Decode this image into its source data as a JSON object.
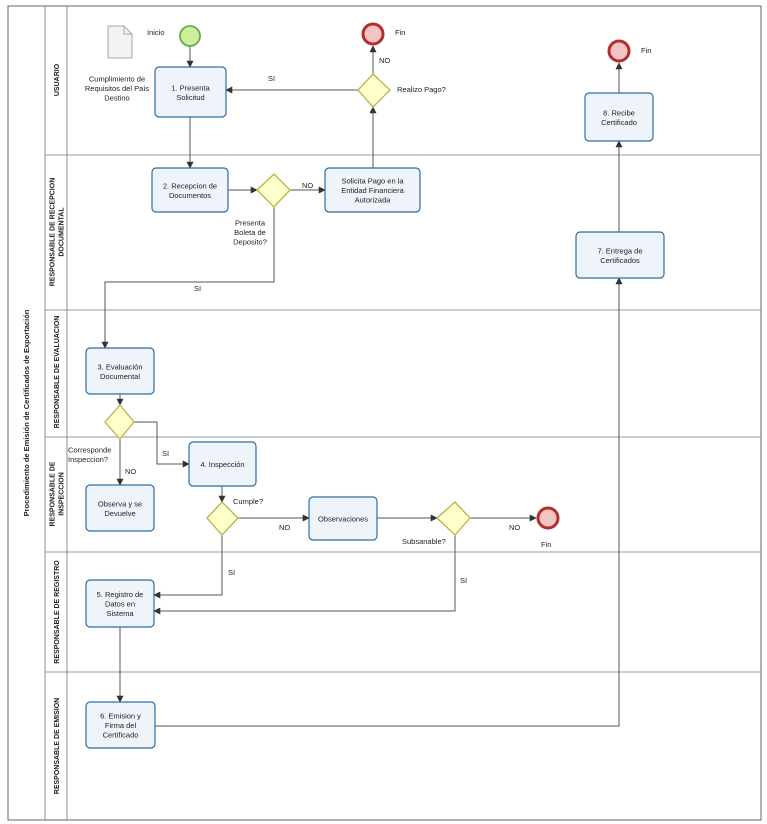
{
  "pool": {
    "title": "Procedimiento de Emisión de Certificados de Exportación"
  },
  "lanes": [
    {
      "id": "usuario",
      "label": [
        "USUARIO"
      ]
    },
    {
      "id": "recepcion",
      "label": [
        "RESPONSABLE DE RECEPCION",
        "DOCUMENTAL"
      ]
    },
    {
      "id": "evaluacion",
      "label": [
        "RESPONSABLE DE EVALUACION"
      ]
    },
    {
      "id": "inspeccion",
      "label": [
        "RESPONSABLE DE",
        "INSPECCION"
      ]
    },
    {
      "id": "registro",
      "label": [
        "RESPONSABLE DE REGISTRO"
      ]
    },
    {
      "id": "emision",
      "label": [
        "RESPONSABLE DE EMISION"
      ]
    }
  ],
  "artifact": {
    "lines": [
      "Cumplimiento de",
      "Requisitos del País",
      "Destino"
    ]
  },
  "events": {
    "start": "Inicio",
    "end_payment": "Fin",
    "end_certificate": "Fin",
    "end_inspection": "Fin"
  },
  "tasks": {
    "t1": [
      "1. Presenta",
      "Solicitud"
    ],
    "t2": [
      "2. Recepcion de",
      "Documentos"
    ],
    "t_pago": [
      "Solicita Pago en la",
      "Entidad Financiera",
      "Autorizada"
    ],
    "t3": [
      "3. Evaluación",
      "Documental"
    ],
    "t4": [
      "4. Inspección"
    ],
    "t_obs_dev": [
      "Observa y se",
      "Devuelve"
    ],
    "t_obs": [
      "Observaciones"
    ],
    "t5": [
      "5. Registro de",
      "Datos en",
      "Sistema"
    ],
    "t6": [
      "6. Emision y",
      "Firma del",
      "Certificado"
    ],
    "t7": [
      "7. Entrega de",
      "Certificados"
    ],
    "t8": [
      "8. Recibe",
      "Certificado"
    ]
  },
  "gateways": {
    "g_pago": [
      "Realizo Pago?"
    ],
    "g_boleta": [
      "Presenta",
      "Boleta de",
      "Deposito?"
    ],
    "g_corresponde": [
      "Corresponde",
      "Inspeccion?"
    ],
    "g_cumple": [
      "Cumple?"
    ],
    "g_subsanable": [
      "Subsanable?"
    ]
  },
  "flow_labels": {
    "pago_si": "SI",
    "pago_no": "NO",
    "boleta_no": "NO",
    "boleta_si": "SI",
    "corresponde_si": "SI",
    "corresponde_no": "NO",
    "cumple_no": "NO",
    "cumple_si": "SI",
    "subsanable_no": "NO",
    "subsanable_si": "SI"
  }
}
